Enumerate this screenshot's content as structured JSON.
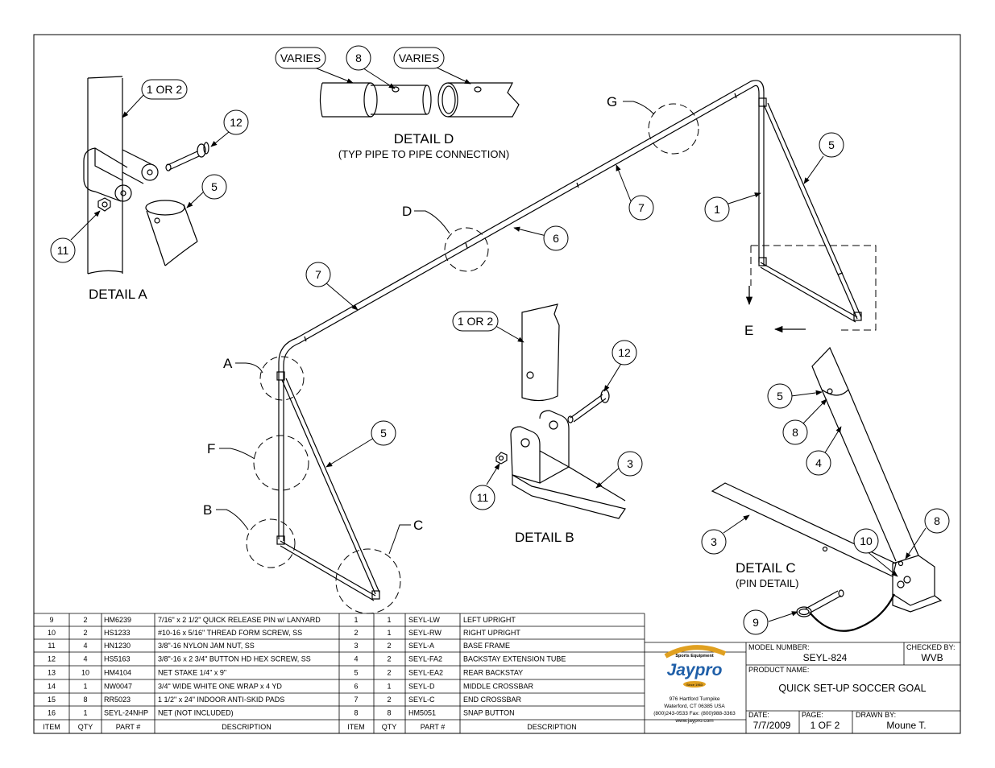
{
  "details": {
    "a": {
      "title": "DETAIL  A"
    },
    "b": {
      "title": "DETAIL  B"
    },
    "c": {
      "title": "DETAIL  C",
      "subtitle": "(PIN DETAIL)"
    },
    "d": {
      "title": "DETAIL  D",
      "subtitle": "(TYP PIPE TO PIPE CONNECTION)"
    }
  },
  "callouts": {
    "varies": "VARIES",
    "one_or_two": "1 OR 2",
    "n1": "1",
    "n3": "3",
    "n4": "4",
    "n5": "5",
    "n6": "6",
    "n7": "7",
    "n8": "8",
    "n9": "9",
    "n10": "10",
    "n11": "11",
    "n12": "12"
  },
  "view_letters": {
    "a": "A",
    "b": "B",
    "c": "C",
    "d": "D",
    "e": "E",
    "f": "F",
    "g": "G"
  },
  "parts_headers": {
    "item": "ITEM",
    "qty": "QTY",
    "part": "PART #",
    "description": "DESCRIPTION"
  },
  "parts_left": [
    {
      "item": "9",
      "qty": "2",
      "part": "HM6239",
      "description": "7/16\" x 2 1/2\" QUICK RELEASE PIN w/ LANYARD"
    },
    {
      "item": "10",
      "qty": "2",
      "part": "HS1233",
      "description": "#10-16 x 5/16\" THREAD FORM SCREW, SS"
    },
    {
      "item": "11",
      "qty": "4",
      "part": "HN1230",
      "description": "3/8\"-16 NYLON JAM NUT, SS"
    },
    {
      "item": "12",
      "qty": "4",
      "part": "HS5163",
      "description": "3/8\"-16 x 2 3/4\" BUTTON HD HEX SCREW, SS"
    },
    {
      "item": "13",
      "qty": "10",
      "part": "HM4104",
      "description": "NET STAKE 1/4\" x 9\""
    },
    {
      "item": "14",
      "qty": "1",
      "part": "NW0047",
      "description": "3/4\" WIDE WHITE ONE WRAP x 4 YD"
    },
    {
      "item": "15",
      "qty": "8",
      "part": "RR5023",
      "description": "1 1/2\" x 24\"  INDOOR ANTI-SKID PADS"
    },
    {
      "item": "16",
      "qty": "1",
      "part": "SEYL-24NHP",
      "description": "NET (NOT INCLUDED)"
    }
  ],
  "parts_right": [
    {
      "item": "1",
      "qty": "1",
      "part": "SEYL-LW",
      "description": "LEFT UPRIGHT"
    },
    {
      "item": "2",
      "qty": "1",
      "part": "SEYL-RW",
      "description": "RIGHT UPRIGHT"
    },
    {
      "item": "3",
      "qty": "2",
      "part": "SEYL-A",
      "description": "BASE FRAME"
    },
    {
      "item": "4",
      "qty": "2",
      "part": "SEYL-FA2",
      "description": "BACKSTAY EXTENSION TUBE"
    },
    {
      "item": "5",
      "qty": "2",
      "part": "SEYL-EA2",
      "description": "REAR BACKSTAY"
    },
    {
      "item": "6",
      "qty": "1",
      "part": "SEYL-D",
      "description": "MIDDLE CROSSBAR"
    },
    {
      "item": "7",
      "qty": "2",
      "part": "SEYL-C",
      "description": "END CROSSBAR"
    },
    {
      "item": "8",
      "qty": "8",
      "part": "HM5051",
      "description": "SNAP BUTTON"
    }
  ],
  "company": {
    "logo_text": "Jaypro",
    "logo_arc": "Sports Equipment",
    "logo_since": "Since 1963",
    "address1": "976 Hartford Turnpike",
    "address2": "Waterford, CT 06385 USA",
    "phone": "(800)243-0533  Fax: (800)988-3363",
    "web": "www.jaypro.com"
  },
  "title_block": {
    "model_label": "MODEL NUMBER:",
    "model_value": "SEYL-824",
    "checked_label": "CHECKED BY:",
    "checked_value": "WVB",
    "product_label": "PRODUCT NAME:",
    "product_value": "QUICK SET-UP SOCCER GOAL",
    "date_label": "DATE:",
    "date_value": "7/7/2009",
    "page_label": "PAGE:",
    "page_value": "1  OF 2",
    "drawn_label": "DRAWN BY:",
    "drawn_value": "Moune T."
  },
  "colors": {
    "line": "#000000",
    "logo_blue": "#1f5fa8",
    "logo_gold": "#e0a020",
    "background": "#ffffff"
  }
}
